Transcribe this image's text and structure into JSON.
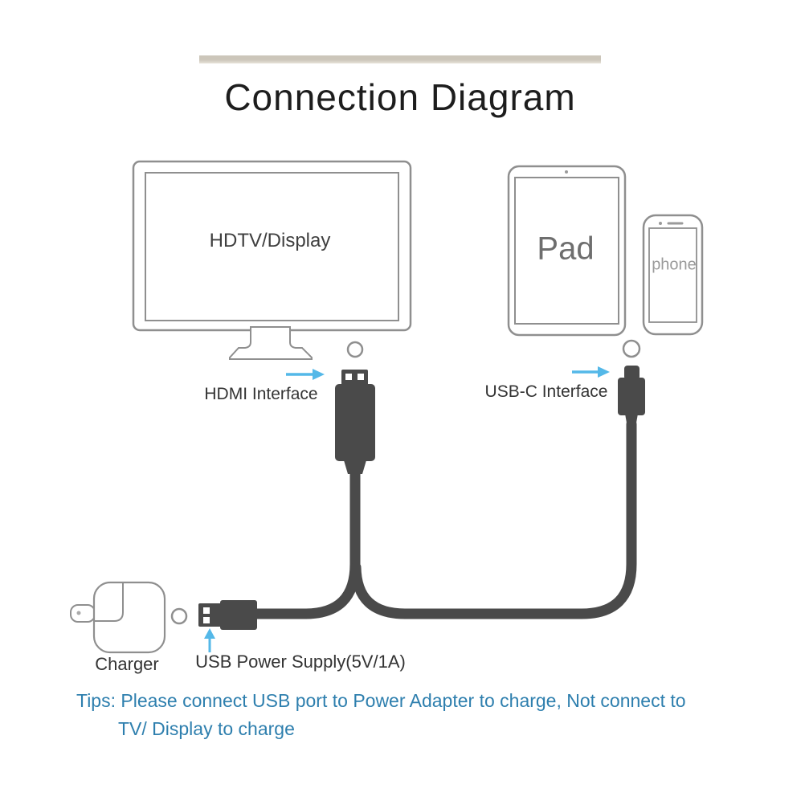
{
  "title": "Connection Diagram",
  "devices": {
    "tv": "HDTV/Display",
    "pad": "Pad",
    "phone": "phone",
    "charger": "Charger"
  },
  "labels": {
    "hdmi": "HDMI Interface",
    "usbc": "USB-C Interface",
    "usb_power": "USB Power Supply(5V/1A)"
  },
  "tips": {
    "line1": "Tips: Please connect USB port to Power Adapter to charge, Not connect to",
    "line2": "TV/ Display to charge"
  },
  "colors": {
    "arrow": "#54b8e8",
    "tips_text": "#2e7fae",
    "cable": "#4a4a4a",
    "outline": "#8f8f8f",
    "bar_top": "#ccc6ba",
    "bar_bottom": "#e7e3da",
    "title_text": "#1d1d1d",
    "label_text": "#333333",
    "tv_text": "#3f3f3f",
    "pad_text": "#6e6e6e",
    "phone_text": "#9a9a9a"
  }
}
